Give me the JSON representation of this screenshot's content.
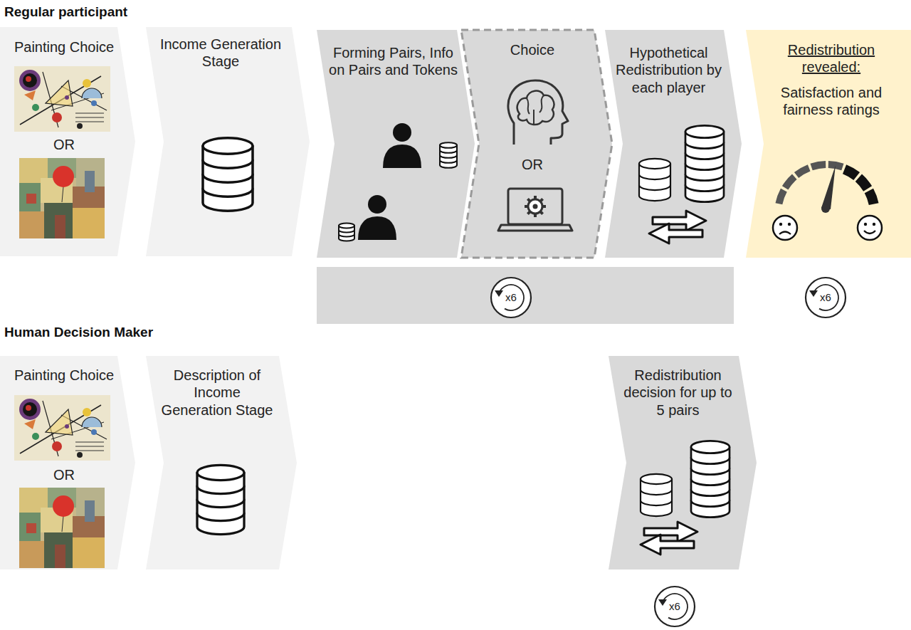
{
  "diagram": {
    "nodes": [
      {
        "text": [
          "Painting Choice",
          "OR"
        ]
      },
      {
        "text": [
          "Income Generation Stage"
        ]
      },
      {
        "text": [
          "Forming Pairs, Info on Pairs and Tokens"
        ]
      },
      {
        "text": [
          "Choice",
          "OR"
        ]
      },
      {
        "text": [
          "Hypothetical Redistribution by each player"
        ]
      },
      {
        "text": [
          "Redistribution revealed:",
          "Satisfaction and fairness ratings"
        ]
      },
      {
        "text": [
          "x6"
        ]
      },
      {
        "text": [
          "x6"
        ]
      },
      {
        "text": [
          "Painting Choice",
          "OR"
        ]
      },
      {
        "text": [
          "Description of Income Generation Stage"
        ]
      },
      {
        "text": [
          "Redistribution decision for up to 5 pairs"
        ]
      },
      {
        "text": [
          "x6"
        ]
      }
    ],
    "labels": [
      "Regular participant",
      "Human Decision Maker"
    ]
  }
}
